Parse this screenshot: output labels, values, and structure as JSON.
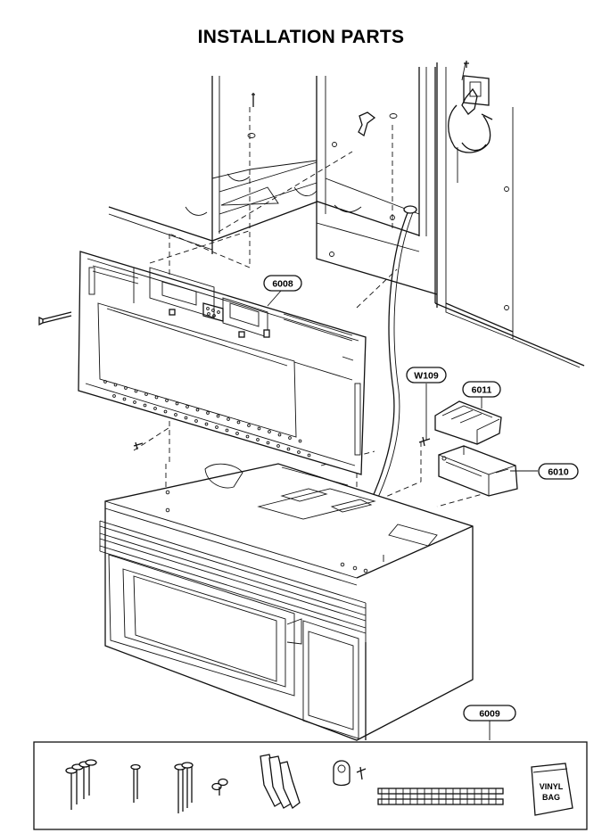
{
  "title": "INSTALLATION PARTS",
  "labels": {
    "mounting_plate": "6008",
    "screw": "W109",
    "damper_cover": "6011",
    "damper_assembly": "6010",
    "parts_bag": "6009",
    "vinyl_bag_line1": "VINYL",
    "vinyl_bag_line2": "BAG"
  }
}
